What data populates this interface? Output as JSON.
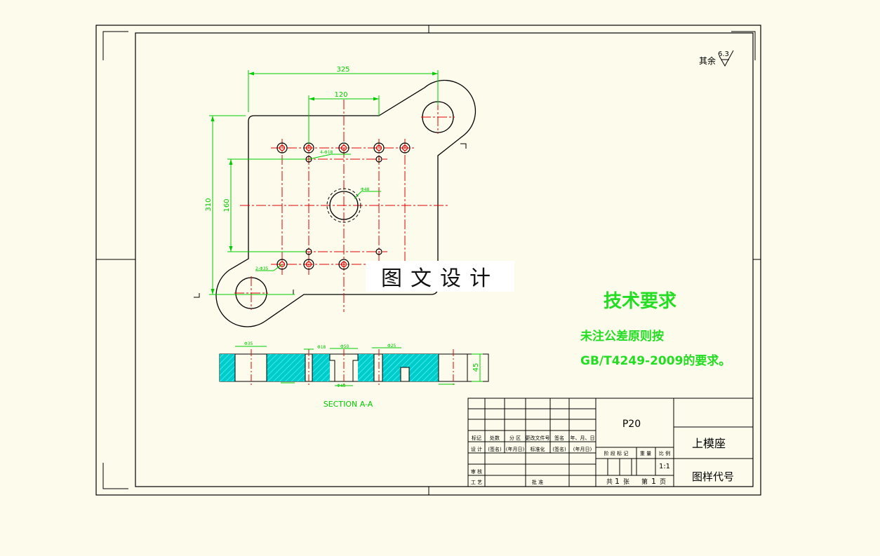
{
  "roughness": {
    "prefix": "其余",
    "value": "6.3"
  },
  "dims": {
    "width_325": "325",
    "width_120": "120",
    "height_310": "310",
    "height_160": "160",
    "holes_4": "4-Φ18",
    "center_bore": "Φ48",
    "holes_2": "2-Φ35",
    "sec_d1": "Φ35",
    "sec_d2": "Φ18",
    "sec_d3": "Φ50",
    "sec_d4": "Φ48",
    "sec_d5": "Φ25",
    "sec_h": "45"
  },
  "section_label": "SECTION A-A",
  "watermark": "图文设计",
  "tech_req": {
    "title": "技术要求",
    "line1": "未注公差原则按",
    "line2": "GB/T4249-2009的要求。"
  },
  "title_block": {
    "material": "P20",
    "part_name": "上模座",
    "drawing_no": "图样代号",
    "scale": "1:1",
    "total_prefix": "共",
    "total": "1",
    "total_unit": "张",
    "sheet_prefix": "第",
    "sheet": "1",
    "sheet_unit": "页",
    "row_labels": [
      "标记",
      "处数",
      "分 区",
      "更改文件号",
      "签名",
      "年、月、日"
    ],
    "row_design": [
      "设 计",
      "(签名)",
      "(年月日)",
      "标准化",
      "(签名)",
      "(年月日)"
    ],
    "stage_labels": [
      "阶 段 标 记",
      "重 量",
      "比 例"
    ],
    "review": "审 核",
    "process": "工 艺",
    "approve": "批 准"
  },
  "colors": {
    "line": "#000000",
    "dim": "#00cc00",
    "center": "#ff0000",
    "hatch": "#00cccc",
    "text_green": "#22dd22"
  }
}
